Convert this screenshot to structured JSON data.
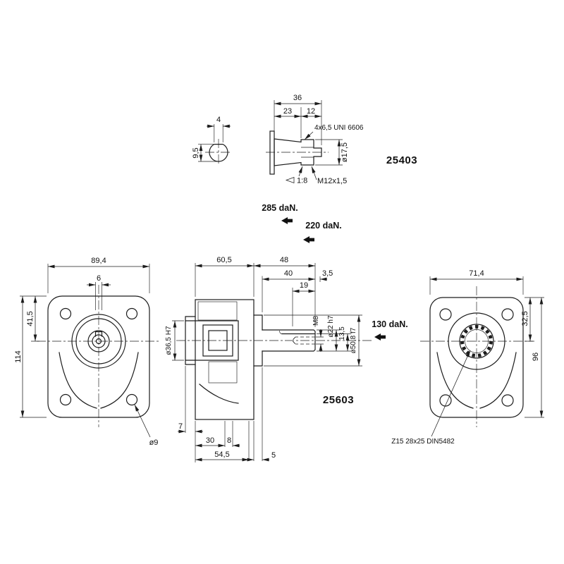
{
  "parts": {
    "top_part_number": "25403",
    "main_part_number": "25603"
  },
  "key_section": {
    "width": "4",
    "height": "9,5"
  },
  "shaft_end": {
    "total_length": "36",
    "taper_length": "23",
    "thread_length": "12",
    "key_spec": "4x6,5 UNI 6606",
    "diameter": "ø17,5",
    "taper_ratio": "1:8",
    "thread": "M12x1,5"
  },
  "forces": {
    "load_285": "285 daN.",
    "load_220": "220 daN.",
    "load_130": "130 daN."
  },
  "front_view": {
    "width": "89,4",
    "key_width": "6",
    "center_height": "41,5",
    "height": "114",
    "hole_diameter": "ø9"
  },
  "section_view": {
    "body_length": "60,5",
    "front_length": "48",
    "shaft_length": "40",
    "end_dim": "3,5",
    "thread_depth": "19",
    "bore_diameter": "ø36,5 H7",
    "tapped_hole": "M8",
    "shaft_diameter": "ø22 h7",
    "key_height": "13,5",
    "pilot_diameter": "ø50,8 f7",
    "boss_depth": "7",
    "len_30": "30",
    "len_8": "8",
    "len_54_5": "54,5",
    "len_5": "5"
  },
  "rear_view": {
    "width": "71,4",
    "center_height": "32,5",
    "height": "96",
    "spline_spec": "Z15 28x25 DIN5482"
  }
}
